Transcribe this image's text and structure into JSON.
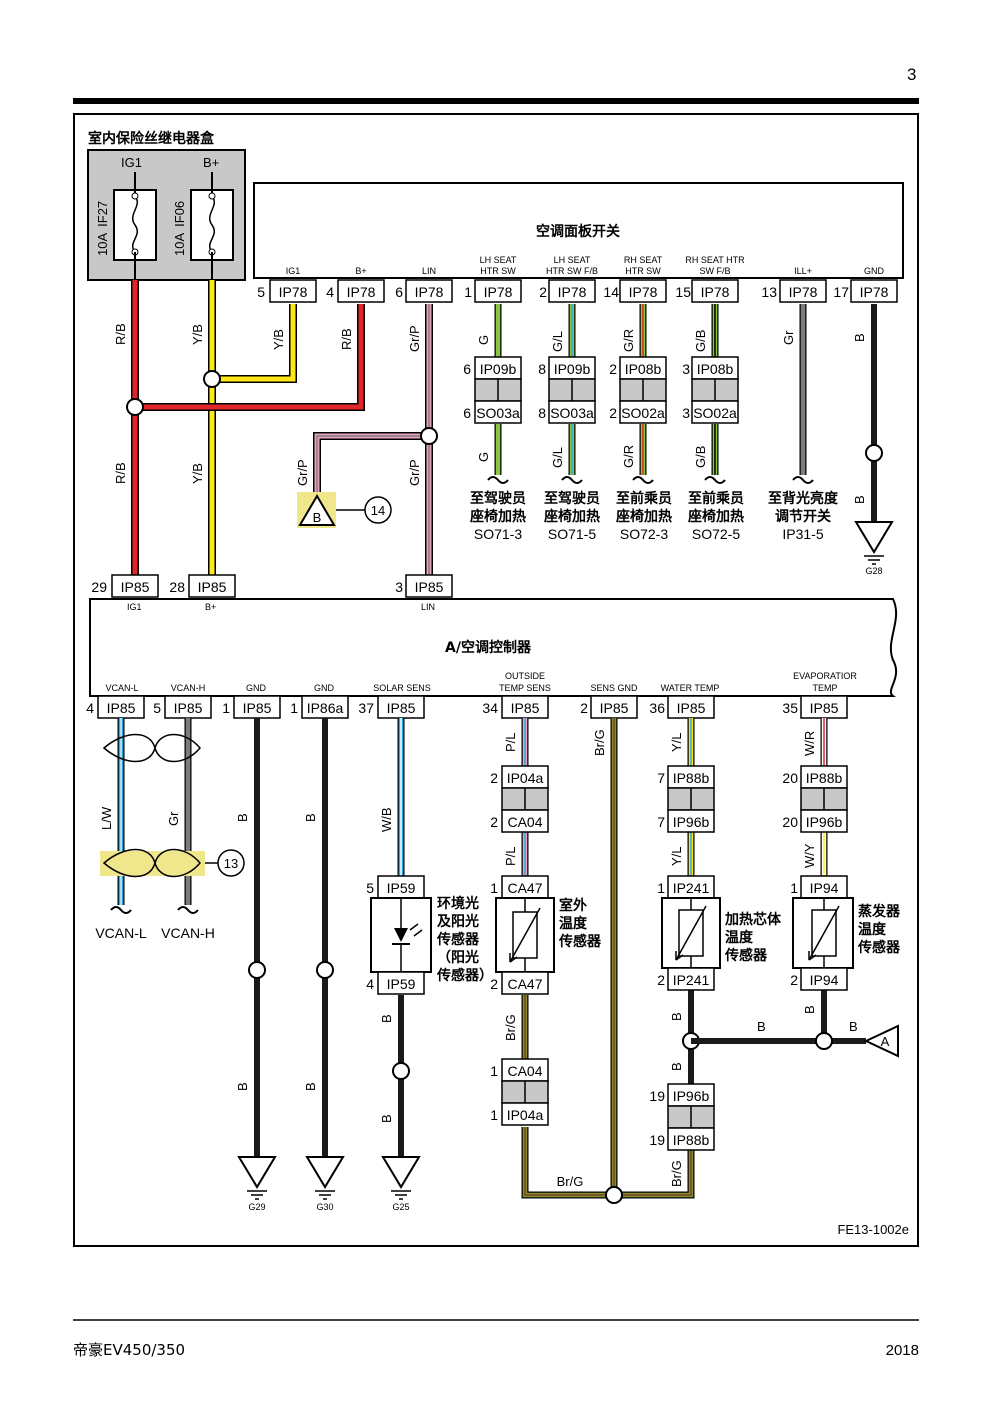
{
  "page": {
    "number": "3",
    "footer_left": "帝豪EV450/350",
    "footer_right": "2018",
    "figure_code": "FE13-1002e"
  },
  "fuse_box": {
    "title": "室内保险丝继电器盒",
    "fuses": [
      {
        "circuit": "IG1",
        "name": "IF27",
        "rating": "10A"
      },
      {
        "circuit": "B+",
        "name": "IF06",
        "rating": "10A"
      }
    ]
  },
  "switch_panel": {
    "title": "空调面板开关",
    "pins": [
      {
        "label": "IG1",
        "label2": "",
        "pin": "5",
        "conn": "IP78"
      },
      {
        "label": "B+",
        "label2": "",
        "pin": "4",
        "conn": "IP78"
      },
      {
        "label": "LIN",
        "label2": "",
        "pin": "6",
        "conn": "IP78"
      },
      {
        "label": "LH SEAT",
        "label2": "HTR SW",
        "pin": "1",
        "conn": "IP78"
      },
      {
        "label": "LH SEAT",
        "label2": "HTR SW F/B",
        "pin": "2",
        "conn": "IP78"
      },
      {
        "label": "RH SEAT",
        "label2": "HTR SW",
        "pin": "14",
        "conn": "IP78"
      },
      {
        "label": "RH SEAT HTR",
        "label2": "SW F/B",
        "pin": "15",
        "conn": "IP78"
      },
      {
        "label": "ILL+",
        "label2": "",
        "pin": "13",
        "conn": "IP78"
      },
      {
        "label": "GND",
        "label2": "",
        "pin": "17",
        "conn": "IP78"
      }
    ]
  },
  "upper_wires": {
    "fuse_out": [
      "R/B",
      "Y/B"
    ],
    "panel_in": [
      "Y/B",
      "R/B",
      "Gr/P"
    ],
    "lower_feed": [
      "R/B",
      "Y/B",
      "Gr/P",
      "Gr/P"
    ],
    "seat": [
      {
        "color": "G",
        "c1_pin": "6",
        "c1": "IP09b",
        "c2_pin": "6",
        "c2": "SO03a",
        "color2": "G",
        "dest1": "至驾驶员",
        "dest2": "座椅加热",
        "dest3": "SO71-3"
      },
      {
        "color": "G/L",
        "c1_pin": "8",
        "c1": "IP09b",
        "c2_pin": "8",
        "c2": "SO03a",
        "color2": "G/L",
        "dest1": "至驾驶员",
        "dest2": "座椅加热",
        "dest3": "SO71-5"
      },
      {
        "color": "G/R",
        "c1_pin": "2",
        "c1": "IP08b",
        "c2_pin": "2",
        "c2": "SO02a",
        "color2": "G/R",
        "dest1": "至前乘员",
        "dest2": "座椅加热",
        "dest3": "SO72-3"
      },
      {
        "color": "G/B",
        "c1_pin": "3",
        "c1": "IP08b",
        "c2_pin": "3",
        "c2": "SO02a",
        "color2": "G/B",
        "dest1": "至前乘员",
        "dest2": "座椅加热",
        "dest3": "SO72-5"
      }
    ],
    "ill": {
      "color": "Gr",
      "dest1": "至背光亮度",
      "dest2": "调节开关",
      "dest3": "IP31-5"
    },
    "gnd": {
      "color": "B",
      "color2": "B",
      "ground": "G28"
    },
    "marker_b": "B",
    "ref_14": "14"
  },
  "controller": {
    "title": "A/空调控制器",
    "top_pins": [
      {
        "pin": "29",
        "conn": "IP85",
        "label": "IG1"
      },
      {
        "pin": "28",
        "conn": "IP85",
        "label": "B+"
      },
      {
        "pin": "3",
        "conn": "IP85",
        "label": "LIN"
      }
    ],
    "bottom_pins": [
      {
        "label": "VCAN-L",
        "label2": "",
        "pin": "4",
        "conn": "IP85"
      },
      {
        "label": "VCAN-H",
        "label2": "",
        "pin": "5",
        "conn": "IP85"
      },
      {
        "label": "GND",
        "label2": "",
        "pin": "1",
        "conn": "IP85"
      },
      {
        "label": "GND",
        "label2": "",
        "pin": "1",
        "conn": "IP86a"
      },
      {
        "label": "SOLAR SENS",
        "label2": "",
        "pin": "37",
        "conn": "IP85"
      },
      {
        "label": "OUTSIDE",
        "label2": "TEMP SENS",
        "pin": "34",
        "conn": "IP85"
      },
      {
        "label": "SENS GND",
        "label2": "",
        "pin": "2",
        "conn": "IP85"
      },
      {
        "label": "WATER TEMP",
        "label2": "",
        "pin": "36",
        "conn": "IP85"
      },
      {
        "label": "EVAPORATIOR",
        "label2": "TEMP",
        "pin": "35",
        "conn": "IP85"
      }
    ]
  },
  "lower": {
    "can": {
      "w1": "L/W",
      "w2": "Gr",
      "end1": "VCAN-L",
      "end2": "VCAN-H",
      "ref": "13"
    },
    "gnd": [
      {
        "w1": "B",
        "w2": "B",
        "ground": "G29"
      },
      {
        "w1": "B",
        "w2": "B",
        "ground": "G30"
      }
    ],
    "solar": {
      "wire": "W/B",
      "c_top_pin": "5",
      "c_top": "IP59",
      "c_bot_pin": "4",
      "c_bot": "IP59",
      "name1": "环境光",
      "name2": "及阳光",
      "name3": "传感器",
      "name4": "（阳光",
      "name5": "传感器）",
      "w_out": "B",
      "w_out2": "B",
      "ground": "G25"
    },
    "outside": {
      "w1": "P/L",
      "c1_pin": "2",
      "c1": "IP04a",
      "c2_pin": "2",
      "c2": "CA04",
      "w2": "P/L",
      "s_top_pin": "1",
      "s_top": "CA47",
      "s_bot_pin": "2",
      "s_bot": "CA47",
      "name1": "室外",
      "name2": "温度",
      "name3": "传感器",
      "w3": "Br/G",
      "c3_pin": "1",
      "c3": "CA04",
      "c4_pin": "1",
      "c4": "IP04a",
      "w_bottom": "Br/G"
    },
    "sens_gnd": {
      "wire": "Br/G"
    },
    "water": {
      "w1": "Y/L",
      "c1_pin": "7",
      "c1": "IP88b",
      "c2_pin": "7",
      "c2": "IP96b",
      "w2": "Y/L",
      "s_top_pin": "1",
      "s_top": "IP241",
      "s_bot_pin": "2",
      "s_bot": "IP241",
      "name1": "加热芯体",
      "name2": "温度",
      "name3": "传感器",
      "w3": "B",
      "w4": "B",
      "c3_pin": "19",
      "c3": "IP96b",
      "c4_pin": "19",
      "c4": "IP88b",
      "w5": "Br/G"
    },
    "evap": {
      "w1": "W/R",
      "c1_pin": "20",
      "c1": "IP88b",
      "c2_pin": "20",
      "c2": "IP96b",
      "w2": "W/Y",
      "s_top_pin": "1",
      "s_top": "IP94",
      "s_bot_pin": "2",
      "s_bot": "IP94",
      "name1": "蒸发器",
      "name2": "温度",
      "name3": "传感器",
      "w3": "B",
      "w_h1": "B",
      "w_h2": "B",
      "marker_a": "A"
    }
  },
  "colors": {
    "red": "#e0262b",
    "yellow": "#ffe81a",
    "pink": "#e8a3c0",
    "gray": "#7d7d7d",
    "green": "#8cc63f",
    "blue": "#29a9e1",
    "brown": "#6b4a1f",
    "olive": "#8b8b2e",
    "black": "#1a1a1a",
    "fill_gray": "#c8c8c8",
    "highlight": "#f0e68c"
  }
}
